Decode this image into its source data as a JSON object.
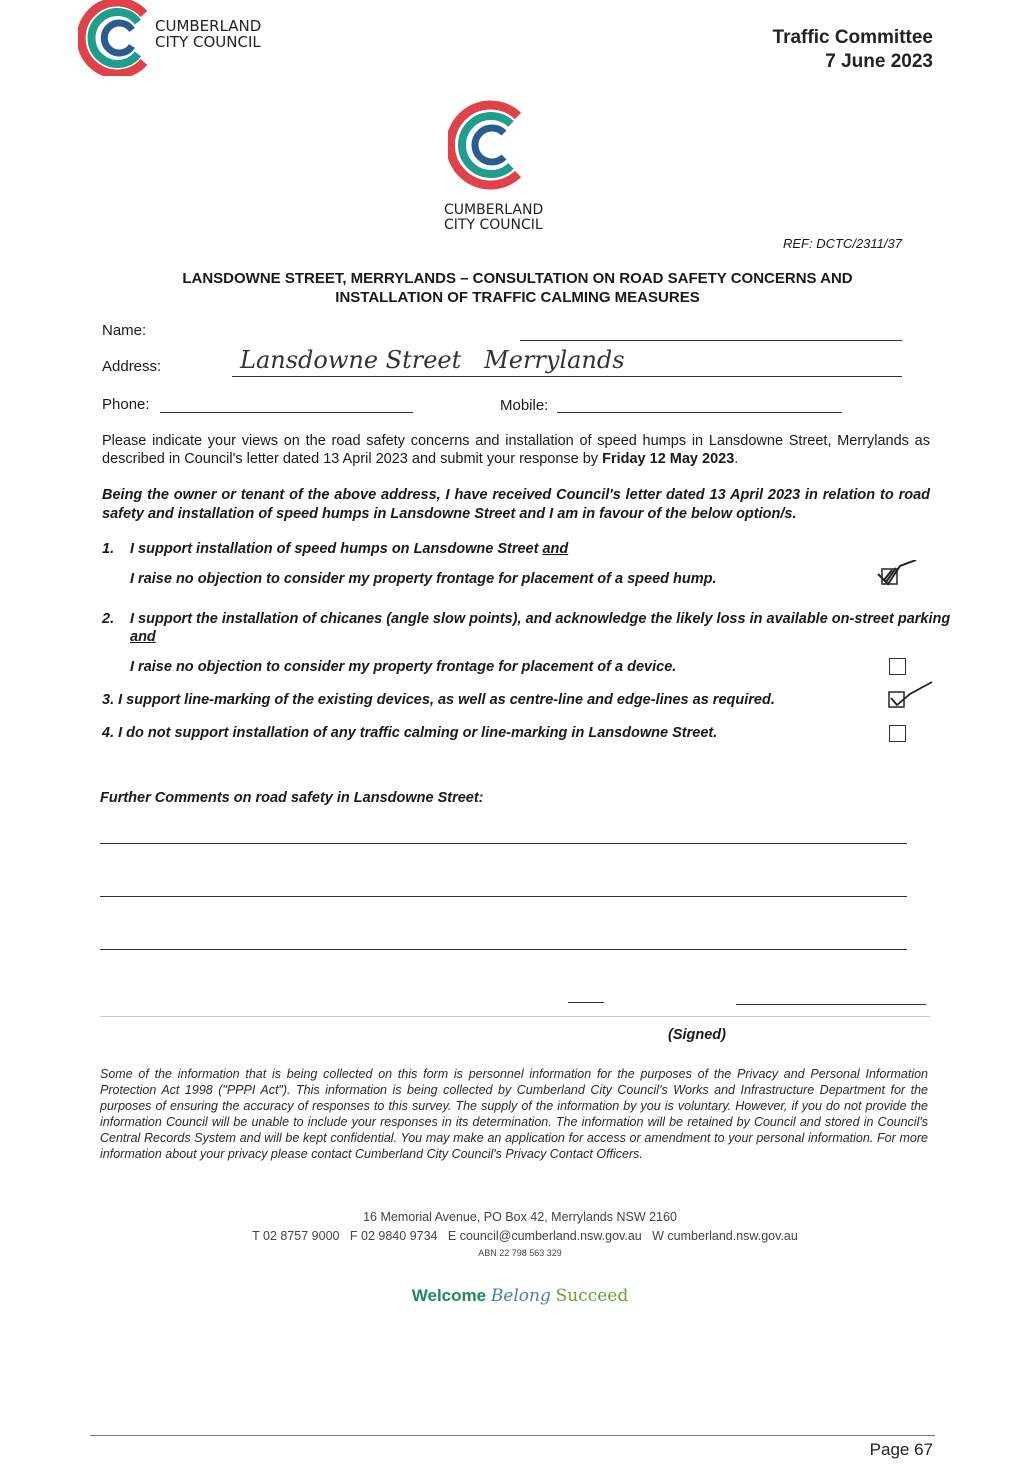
{
  "header": {
    "org_line1": "CUMBERLAND",
    "org_line2": "CITY COUNCIL",
    "committee": "Traffic Committee",
    "date": "7 June 2023"
  },
  "letter": {
    "org_line1": "CUMBERLAND",
    "org_line2": "CITY COUNCIL",
    "ref": "REF: DCTC/2311/37",
    "title_line1": "LANSDOWNE STREET, MERRYLANDS – CONSULTATION ON ROAD SAFETY CONCERNS AND",
    "title_line2": "INSTALLATION OF TRAFFIC CALMING MEASURES"
  },
  "form": {
    "name_label": "Name:",
    "address_label": "Address:",
    "address_value": "Lansdowne Street   Merrylands",
    "phone_label": "Phone:",
    "mobile_label": "Mobile:",
    "intro_text": "Please indicate your views on the road safety concerns and installation of speed humps in Lansdowne Street, Merrylands as described in Council's letter dated 13 April 2023 and submit your response by",
    "intro_deadline": "Friday 12 May 2023",
    "statement": "Being the owner or tenant of the above address, I have received Council's letter dated 13 April 2023 in relation to road safety and installation of speed humps in Lansdowne Street and I am in favour of the below option/s."
  },
  "options": [
    {
      "num": "1.",
      "line1": "I support installation of speed humps on Lansdowne Street",
      "and": "and",
      "line2": "I raise no objection to consider my property frontage for placement of a speed hump.",
      "checked": true
    },
    {
      "num": "2.",
      "line1": "I support the installation of chicanes (angle slow points), and acknowledge the likely loss in available on-street parking",
      "and": "and",
      "line2": "I raise no objection to consider my property frontage for placement of a device.",
      "checked": false
    },
    {
      "num": "3.",
      "line1": "I support line-marking of the existing devices, as well as centre-line and edge-lines as required.",
      "checked": true
    },
    {
      "num": "4.",
      "line1": "I do not support installation of any traffic calming or line-marking in Lansdowne Street.",
      "checked": false
    }
  ],
  "comments_label": "Further Comments on road safety in Lansdowne Street:",
  "signed_label": "(Signed)",
  "privacy": "Some of the information that is being collected on this form is personnel information for the purposes of the Privacy and Personal Information Protection Act 1998 (\"PPPI Act\"). This information is being collected by Cumberland City Council's Works and Infrastructure Department for the purposes of ensuring the accuracy of responses to this survey. The supply of the information by you is voluntary. However, if you do not provide the information Council will be unable to include your responses in its determination. The information will be retained by Council and stored in Council's Central Records System and will be kept confidential. You may make an application for access or amendment to your personal information. For more information about your privacy please contact Cumberland City Council's Privacy Contact Officers.",
  "contact": {
    "address": "16 Memorial Avenue, PO Box 42, Merrylands NSW 2160",
    "phone": "T 02 8757 9000",
    "fax": "F 02 9840 9734",
    "email": "E council@cumberland.nsw.gov.au",
    "web": "W cumberland.nsw.gov.au",
    "abn": "ABN 22 798 563 329"
  },
  "slogan": {
    "welcome": "Welcome",
    "belong": "Belong",
    "succeed": "Succeed"
  },
  "page_label": "Page 67",
  "colors": {
    "logo_red": "#e0424b",
    "logo_teal": "#1f9e8e",
    "logo_blue": "#2a5d8f",
    "slogan_green": "#1d8a5a"
  }
}
